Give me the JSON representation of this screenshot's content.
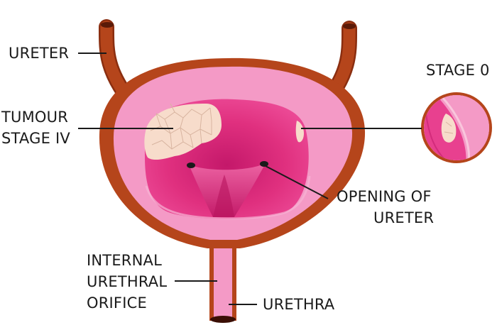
{
  "labels": {
    "ureter": "URETER",
    "tumour_line1": "TUMOUR",
    "tumour_line2": "STAGE IV",
    "stage0": "STAGE 0",
    "opening_line1": "OPENING OF",
    "opening_line2": "URETER",
    "internal_line1": "INTERNAL",
    "internal_line2": "URETHRAL",
    "internal_line3": "ORIFICE",
    "urethra": "URETHRA"
  },
  "colors": {
    "outer_wall": "#b5451b",
    "muscle_layer": "#f49ac6",
    "mucosa": "#e8408f",
    "mucosa_dark": "#c41e6e",
    "tumour": "#f7dccb",
    "tumour_lines": "#dcb8a4",
    "stroke": "#1a1a1a"
  }
}
